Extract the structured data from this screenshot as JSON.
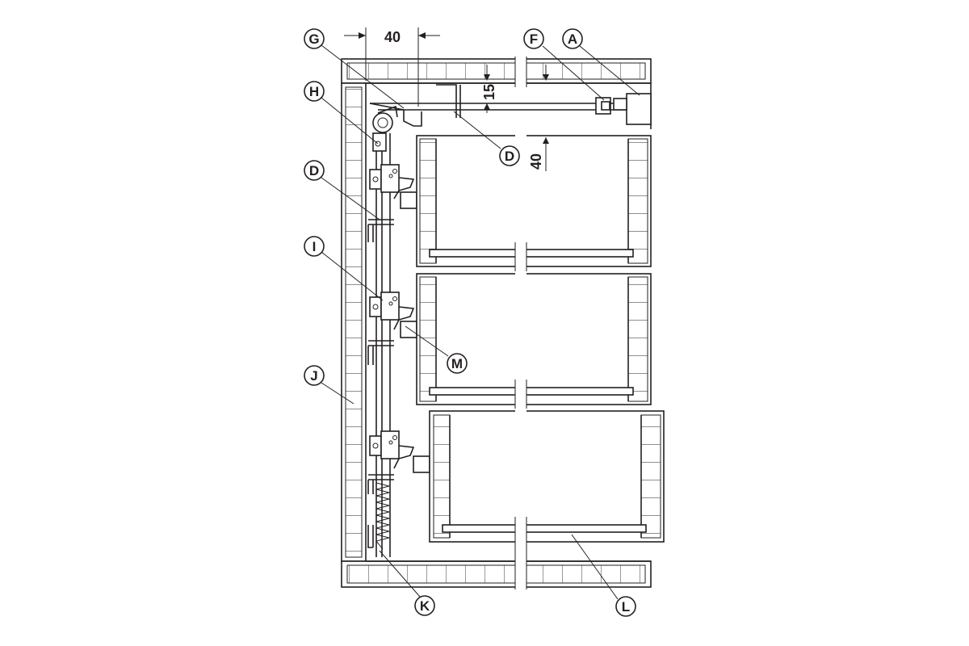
{
  "colors": {
    "line": "#231f20",
    "background": "#ffffff"
  },
  "dimensions": {
    "top_width": "40",
    "top_gap": "15",
    "drawer_gap": "40"
  },
  "callouts": {
    "A": "A",
    "F": "F",
    "G": "G",
    "H": "H",
    "D1": "D",
    "D2": "D",
    "I": "I",
    "J": "J",
    "K": "K",
    "L": "L",
    "M": "M"
  }
}
